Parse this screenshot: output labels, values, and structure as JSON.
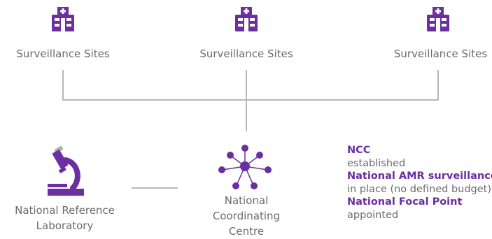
{
  "colors": {
    "accent": "#6b2fa0",
    "text": "#6b6b6b",
    "line": "#b8b8b8"
  },
  "sites": [
    {
      "label": "Surveillance Sites",
      "icon": "hospital-icon"
    },
    {
      "label": "Surveillance Sites",
      "icon": "hospital-icon"
    },
    {
      "label": "Surveillance Sites",
      "icon": "hospital-icon"
    }
  ],
  "lab": {
    "label_line1": "National Reference",
    "label_line2": "Laboratory",
    "icon": "microscope-icon"
  },
  "ncc": {
    "label_line1": "National",
    "label_line2": "Coordinating",
    "label_line3": "Centre",
    "icon": "network-icon"
  },
  "status": {
    "item1_title": "NCC",
    "item1_text": "established",
    "item2_title": "National AMR surveillance",
    "item2_text": "in place (no defined budget)",
    "item3_title": "National Focal Point",
    "item3_text": "appointed"
  }
}
